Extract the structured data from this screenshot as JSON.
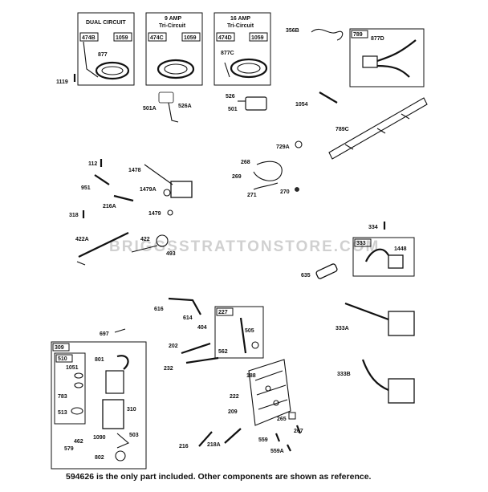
{
  "diagram": {
    "watermark": "BRIGGSSTRATTONSTORE.COM",
    "footnote": "594626 is the only part included. Other components are shown as reference.",
    "boxes": [
      {
        "title": "DUAL CIRCUIT",
        "codes": [
          "474B",
          "1059"
        ]
      },
      {
        "title_line1": "9 AMP",
        "title_line2": "Tri-Circuit",
        "codes": [
          "474C",
          "1059"
        ]
      },
      {
        "title_line1": "16 AMP",
        "title_line2": "Tri-Circuit",
        "codes": [
          "474D",
          "1059"
        ]
      },
      {
        "code": "789"
      },
      {
        "code": "333"
      },
      {
        "code": "227"
      },
      {
        "code": "309"
      },
      {
        "code": "510"
      }
    ],
    "labels": {
      "l1119": "1119",
      "l877a": "877",
      "l501a": "501A",
      "l526a": "526A",
      "l526": "526",
      "l501": "501",
      "l877c": "877C",
      "l356b": "356B",
      "l877d": "877D",
      "l1054": "1054",
      "l789c": "789C",
      "l729a": "729A",
      "l112": "112",
      "l1478": "1478",
      "l951": "951",
      "l1479a": "1479A",
      "l216a": "216A",
      "l318": "318",
      "l1479": "1479",
      "l268": "268",
      "l269": "269",
      "l271": "271",
      "l270": "270",
      "l334": "334",
      "l1448": "1448",
      "l422a": "422A",
      "l422": "422",
      "l493": "493",
      "l635": "635",
      "l616": "616",
      "l614": "614",
      "l404": "404",
      "l505": "505",
      "l562": "562",
      "l697": "697",
      "l202": "202",
      "l232": "232",
      "l333a": "333A",
      "l333b": "333B",
      "l1051": "1051",
      "l801": "801",
      "l783": "783",
      "l513": "513",
      "l310": "310",
      "l188": "188",
      "l222": "222",
      "l209": "209",
      "l265": "265",
      "l267": "267",
      "l1090": "1090",
      "l503": "503",
      "l462": "462",
      "l579": "579",
      "l802": "802",
      "l216": "216",
      "l218a": "218A",
      "l559": "559",
      "l559a": "559A"
    }
  }
}
